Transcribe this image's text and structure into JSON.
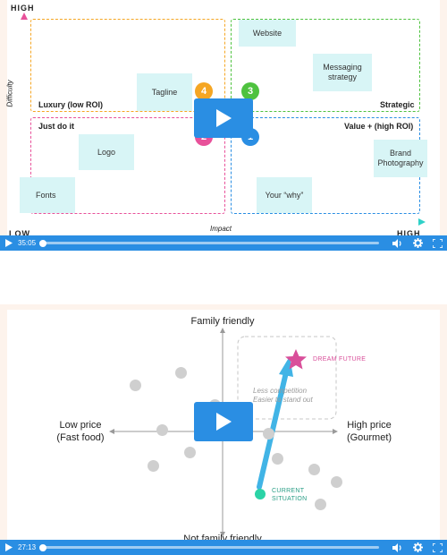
{
  "video_1": {
    "axis": {
      "y_top": "HIGH",
      "y_label": "Difficulty",
      "x_left": "LOW",
      "x_label": "Impact",
      "x_right": "HIGH"
    },
    "quadrants": {
      "top_left": "Luxury (low ROI)",
      "top_right": "Strategic",
      "bottom_left": "Just do it",
      "bottom_right": "Value + (high ROI)"
    },
    "badges": [
      "4",
      "3",
      "2",
      "1"
    ],
    "notes": {
      "website": "Website",
      "messaging": "Messaging strategy",
      "tagline": "Tagline",
      "logo": "Logo",
      "brand": "Brand Photography",
      "fonts": "Fonts",
      "your_why": "Your “why”"
    },
    "controls": {
      "time": "35:05"
    },
    "colors": {
      "orange": "#f5a623",
      "green": "#4ec23f",
      "pink": "#e8519a",
      "blue": "#2a8ee3",
      "accent": "#2a8ee3"
    }
  },
  "video_2": {
    "labels": {
      "top": "Family friendly",
      "bottom": "Not family friendly",
      "left": "Low price\n(Fast food)",
      "right": "High price\n(Gourmet)",
      "dream": "DREAM FUTURE",
      "current": "CURRENT\nSITUATION",
      "competition": "Less competition\nEasier to stand out"
    },
    "controls": {
      "time": "27:13"
    },
    "colors": {
      "dream": "#d94f9a",
      "current": "#2bd3a6",
      "arrow": "#41b4e6",
      "dots": "#cfcfcf"
    }
  },
  "icons": [
    "play-icon",
    "volume-icon",
    "settings-icon",
    "fullscreen-icon"
  ]
}
